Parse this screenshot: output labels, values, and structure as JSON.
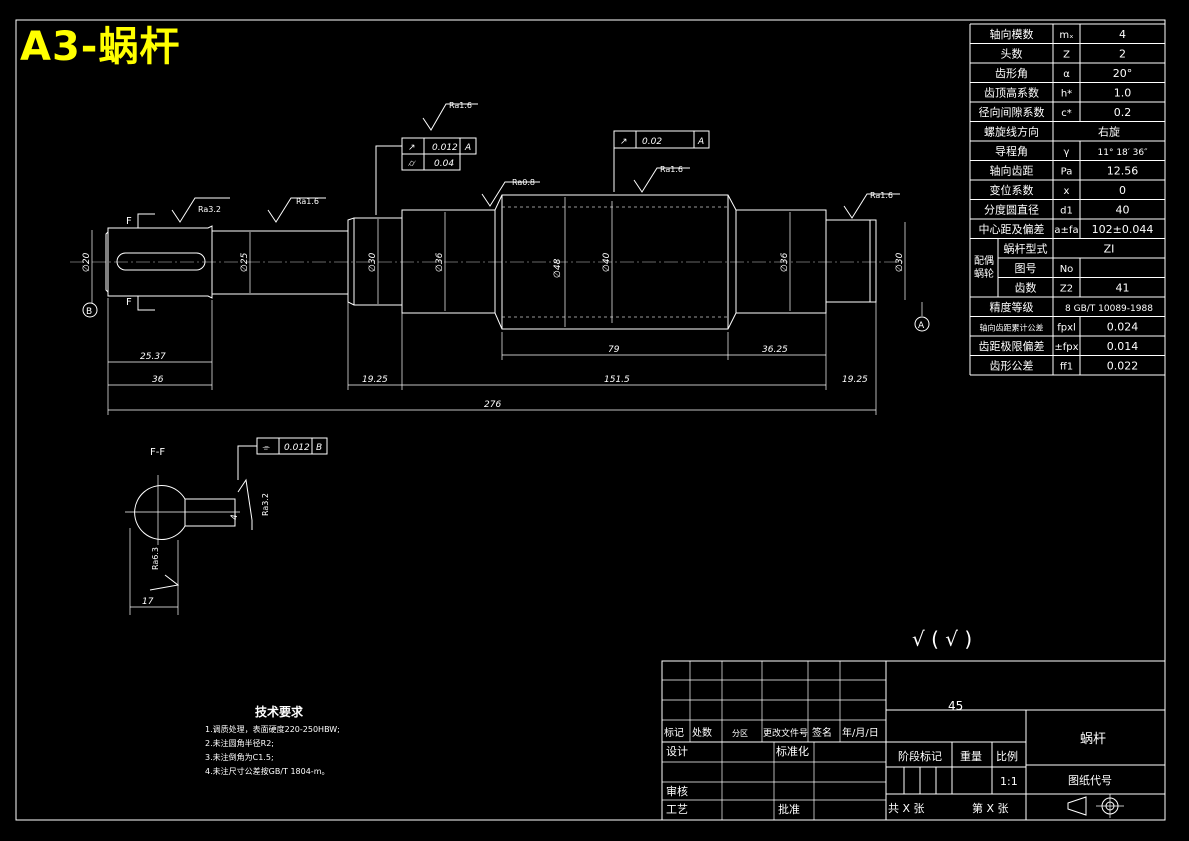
{
  "title": "A3-蜗杆",
  "params": [
    {
      "name": "轴向模数",
      "sym": "mₓ",
      "val": "4"
    },
    {
      "name": "头数",
      "sym": "Z",
      "val": "2"
    },
    {
      "name": "齿形角",
      "sym": "α",
      "val": "20°"
    },
    {
      "name": "齿顶高系数",
      "sym": "h*",
      "val": "1.0"
    },
    {
      "name": "径向间隙系数",
      "sym": "c*",
      "val": "0.2"
    },
    {
      "name": "螺旋线方向",
      "sym": "",
      "val": "右旋"
    },
    {
      "name": "导程角",
      "sym": "γ",
      "val": "11° 18′ 36″"
    },
    {
      "name": "轴向齿距",
      "sym": "Pa",
      "val": "12.56"
    },
    {
      "name": "变位系数",
      "sym": "x",
      "val": "0"
    },
    {
      "name": "分度圆直径",
      "sym": "d1",
      "val": "40"
    },
    {
      "name": "中心距及偏差",
      "sym": "a±fa",
      "val": "102±0.044"
    }
  ],
  "mating": {
    "group_label": "配偶蜗轮",
    "rows": [
      {
        "name": "蜗杆型式",
        "sym": "",
        "val": "ZI"
      },
      {
        "name": "图号",
        "sym": "No",
        "val": ""
      },
      {
        "name": "齿数",
        "sym": "Z2",
        "val": "41"
      }
    ]
  },
  "tolerances": [
    {
      "name": "精度等级",
      "sym": "",
      "val": "8 GB/T 10089-1988"
    },
    {
      "name": "轴向齿距累计公差",
      "sym": "fpxl",
      "val": "0.024"
    },
    {
      "name": "齿距极限偏差",
      "sym": "±fpx",
      "val": "0.014"
    },
    {
      "name": "齿形公差",
      "sym": "ff1",
      "val": "0.022"
    }
  ],
  "dims": {
    "d276": "276",
    "d151": "151.5",
    "d36a": "36",
    "d2537": "25.37",
    "d1925a": "19.25",
    "d1925b": "19.25",
    "d79": "79",
    "d3625": "36.25",
    "d25": "∅25",
    "d36l": "∅36",
    "d36r": "∅36",
    "d40": "∅40",
    "d48": "∅48",
    "d30l": "∅30",
    "d30r": "∅30",
    "d20": "∅20",
    "d17": "17",
    "d44": "4"
  },
  "gdt": {
    "g1_val": "0.012",
    "g1_ref": "A",
    "g2_val": "0.04",
    "g3_val": "0.02",
    "g3_ref": "A",
    "g4_val": "0.012",
    "g4_ref": "B"
  },
  "roughness": {
    "r1": "Ra3.2",
    "r2": "Ra1.6",
    "r3": "Ra1.6",
    "r4": "Ra0.8",
    "r5": "Ra1.6",
    "r6": "Ra1.6",
    "r7": "Ra3.2",
    "r8": "Ra6.3"
  },
  "labels": {
    "sec_f1": "F",
    "sec_f2": "F",
    "sec_ff": "F-F",
    "datum_a": "A",
    "datum_b": "B",
    "rough_general": "√ ( √ )"
  },
  "tech": {
    "heading": "技术要求",
    "items": [
      "1.调质处理，表面硬度220-250HBW;",
      "2.未注圆角半径R2;",
      "3.未注倒角为C1.5;",
      "4.未注尺寸公差按GB/T 1804-m。"
    ]
  },
  "titleblock": {
    "material": "45",
    "part_name": "蜗杆",
    "drawing_no_label": "图纸代号",
    "mark": "标记",
    "count": "处数",
    "zone": "分区",
    "doc": "更改文件号",
    "sign": "签名",
    "date": "年/月/日",
    "design": "设计",
    "standard": "标准化",
    "review": "审核",
    "process": "工艺",
    "approve": "批准",
    "stage": "阶段标记",
    "weight": "重量",
    "scale_label": "比例",
    "scale": "1:1",
    "sheets": "共 X 张",
    "sheet": "第 X 张"
  }
}
